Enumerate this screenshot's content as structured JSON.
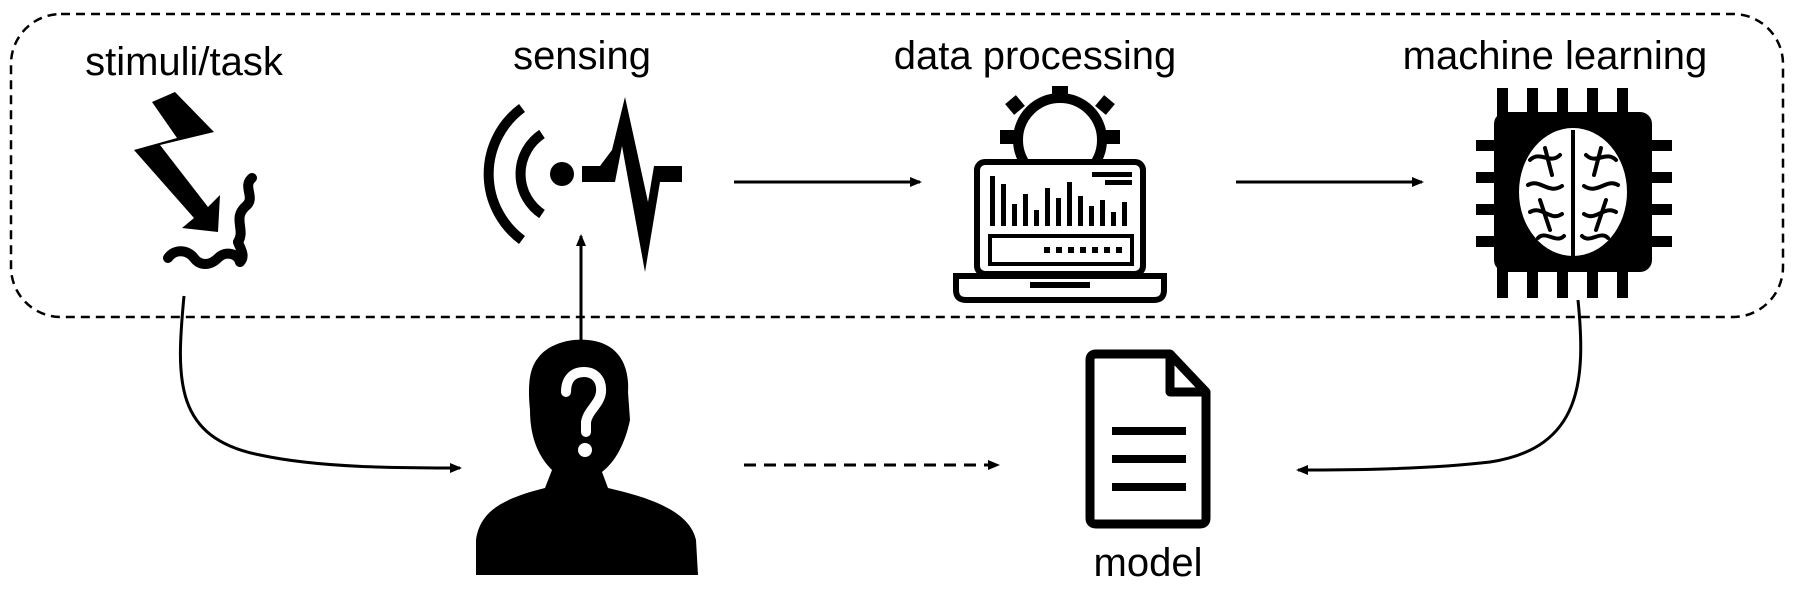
{
  "labels": {
    "stimuli": "stimuli/task",
    "sensing": "sensing",
    "data_processing": "data processing",
    "machine_learning": "machine learning",
    "model": "model"
  },
  "icons": {
    "stimuli": "lightning-bolt-icon",
    "sensing": "signal-sensor-icon",
    "data_processing": "laptop-gear-chart-icon",
    "machine_learning": "brain-chip-icon",
    "person": "unknown-person-icon",
    "model": "document-icon"
  },
  "colors": {
    "stroke": "#000000",
    "background": "#ffffff"
  }
}
